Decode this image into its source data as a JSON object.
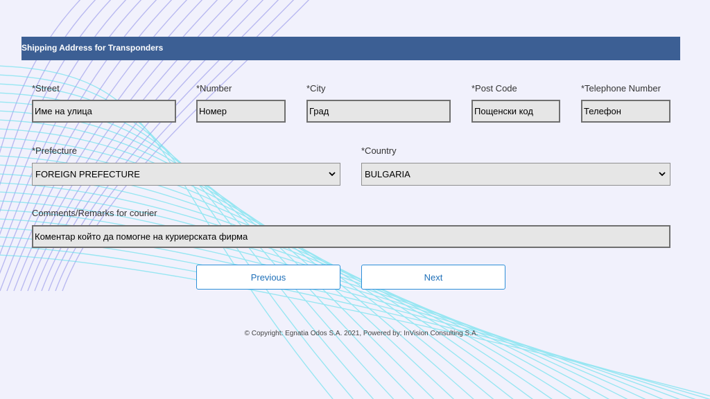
{
  "header": {
    "title": "Shipping Address for Transponders"
  },
  "fields": {
    "street": {
      "label": "*Street",
      "value": "Име на улица"
    },
    "number": {
      "label": "*Number",
      "value": "Номер"
    },
    "city": {
      "label": "*City",
      "value": "Град"
    },
    "post_code": {
      "label": "*Post Code",
      "value": "Пощенски код"
    },
    "telephone": {
      "label": "*Telephone Number",
      "value": "Телефон"
    },
    "prefecture": {
      "label": "*Prefecture",
      "selected": "FOREIGN PREFECTURE"
    },
    "country": {
      "label": "*Country",
      "selected": "BULGARIA"
    },
    "comments": {
      "label": "Comments/Remarks for courier",
      "value": "Коментар който да помогне на куриерската фирма"
    }
  },
  "buttons": {
    "previous_label": "Previous",
    "next_label": "Next"
  },
  "footer": {
    "text": "© Copyright: Egnatia Odos S.A. 2021, Powered by: InVision Consulting S.A."
  },
  "colors": {
    "page_background": "#f1f1fc",
    "header_background": "#3c5f94",
    "button_accent": "#2d8ed8",
    "input_background": "#e6e6e6",
    "lines_purple": "#8c8ce8",
    "lines_cyan": "#5ee0ec"
  },
  "icons": {
    "select_arrow": "chevron-down-icon",
    "background_decoration": "curved-lines-pattern"
  }
}
